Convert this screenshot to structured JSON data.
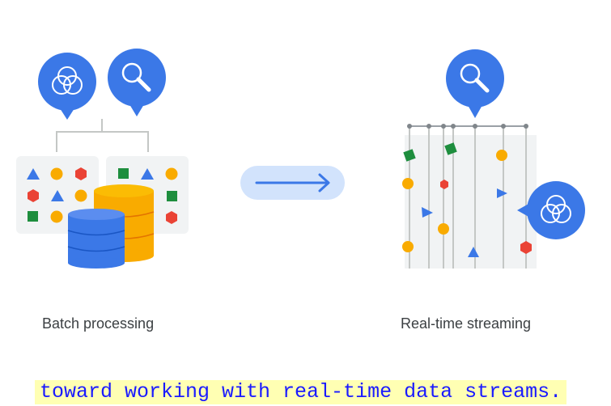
{
  "diagram": {
    "left": {
      "label": "Batch processing",
      "icons": [
        "venn-diagram-icon",
        "magnifier-icon",
        "database-icon"
      ]
    },
    "right": {
      "label": "Real-time streaming",
      "icons": [
        "magnifier-icon",
        "venn-diagram-icon"
      ]
    },
    "arrow_icon": "right-arrow-icon"
  },
  "caption": {
    "text": "toward working with real-time data streams."
  },
  "colors": {
    "blue": "#3b78e7",
    "yellow": "#f9ab00",
    "red": "#ea4335",
    "green": "#1e8e3e",
    "panel": "#f1f3f4",
    "arrow_bg": "#d2e3fc",
    "caption_bg": "#ffffb3",
    "caption_text": "#1a1aff"
  }
}
